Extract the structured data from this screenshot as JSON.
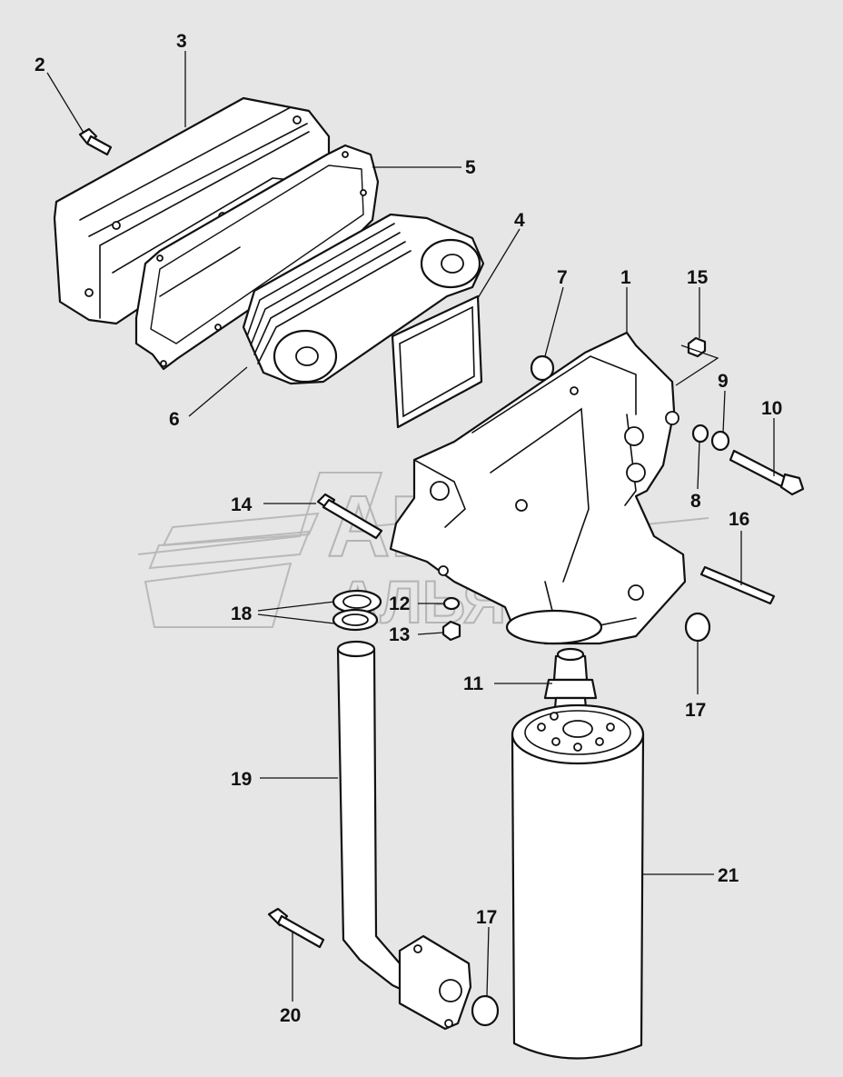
{
  "background": "#e6e6e6",
  "ink": "#111111",
  "watermark": {
    "line1": "АВТО",
    "line2": "АЛЬЯНС",
    "color": "#b4b4b4"
  },
  "callouts": {
    "c1": "1",
    "c2": "2",
    "c3": "3",
    "c4": "4",
    "c5": "5",
    "c6": "6",
    "c7": "7",
    "c8": "8",
    "c9": "9",
    "c10": "10",
    "c11": "11",
    "c12": "12",
    "c13": "13",
    "c14": "14",
    "c15": "15",
    "c16": "16",
    "c17a": "17",
    "c17b": "17",
    "c18": "18",
    "c19": "19",
    "c20": "20",
    "c21": "21"
  }
}
